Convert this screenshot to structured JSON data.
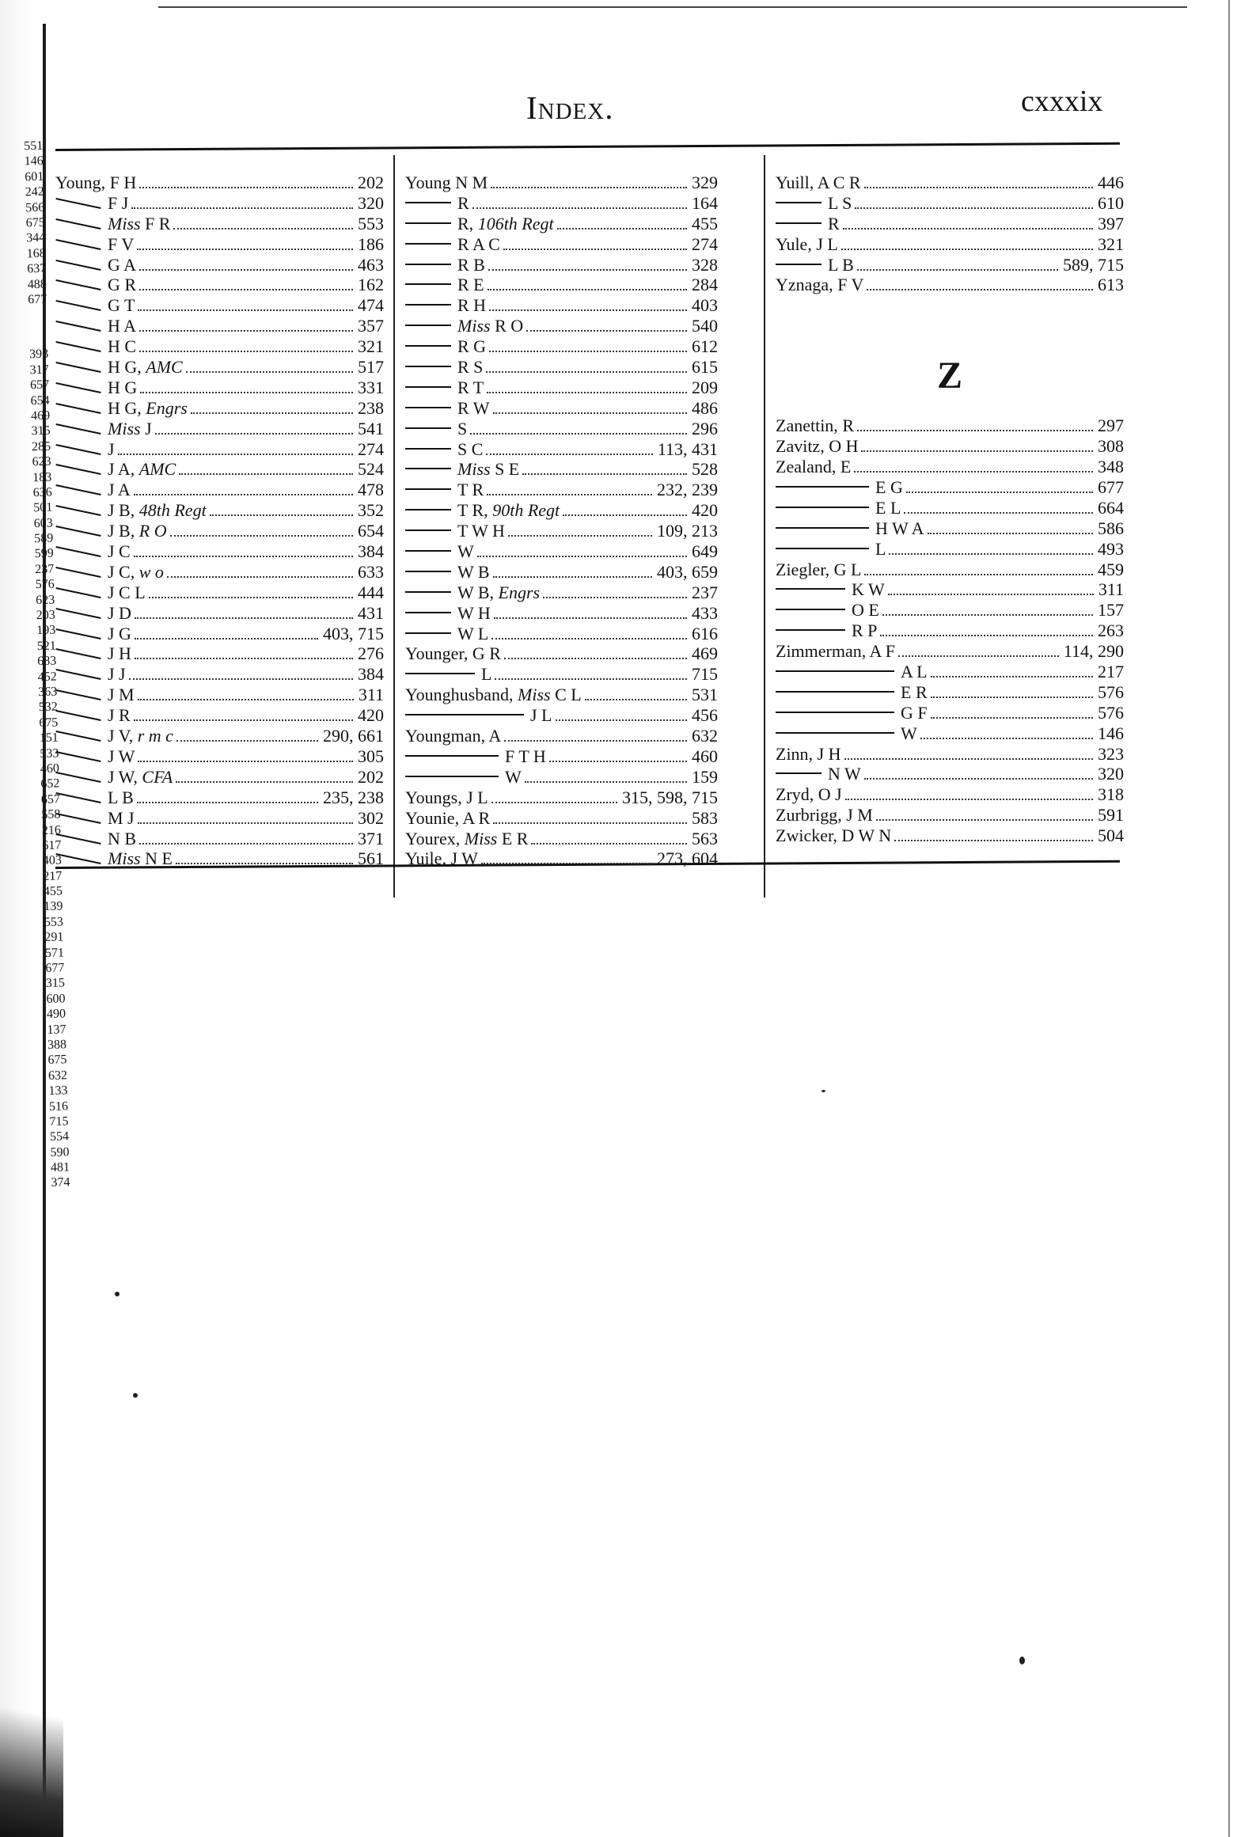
{
  "header": {
    "title": "Index.",
    "page_number": "cxxxix"
  },
  "gutter_numbers_top": [
    "551",
    "146",
    "601",
    "242",
    "566",
    "675",
    "344",
    "168",
    "637",
    "488",
    "677"
  ],
  "gutter_numbers_bottom": [
    "393",
    "317",
    "657",
    "654",
    "469",
    "315",
    "285",
    "623",
    "183",
    "636",
    "501",
    "603",
    "589",
    "599",
    "237",
    "576",
    "623",
    "203",
    "193",
    "521",
    "683",
    "452",
    "363",
    "532",
    "675",
    "151",
    "533",
    "460",
    "652",
    "657",
    "558",
    "216",
    "617",
    "403",
    "217",
    "455",
    "139",
    "553",
    "291",
    "571",
    "677",
    "315",
    "600",
    "490",
    "137",
    "388",
    "675",
    "632",
    "133",
    "516",
    "715",
    "554",
    "590",
    "481",
    "374"
  ],
  "col1": [
    {
      "lead": "Young, ",
      "name": "F H",
      "pages": "202"
    },
    {
      "lead": "",
      "name": "F J",
      "pages": "320"
    },
    {
      "lead": "",
      "title": "Miss ",
      "name": "F R",
      "pages": "553"
    },
    {
      "lead": "",
      "name": "F V",
      "pages": "186"
    },
    {
      "lead": "",
      "name": "G A",
      "pages": "463"
    },
    {
      "lead": "",
      "name": "G R",
      "pages": "162"
    },
    {
      "lead": "",
      "name": "G T",
      "pages": "474"
    },
    {
      "lead": "",
      "name": "H A",
      "pages": "357"
    },
    {
      "lead": "",
      "name": "H C",
      "pages": "321"
    },
    {
      "lead": "",
      "name": "H G, ",
      "unit": "AMC",
      "pages": "517"
    },
    {
      "lead": "",
      "name": "H G",
      "pages": "331"
    },
    {
      "lead": "",
      "name": "H G, ",
      "unit": "Engrs",
      "pages": "238"
    },
    {
      "lead": "",
      "title": "Miss ",
      "name": "J",
      "pages": "541"
    },
    {
      "lead": "",
      "name": "J",
      "pages": "274"
    },
    {
      "lead": "",
      "name": "J A, ",
      "unit": "AMC",
      "pages": "524"
    },
    {
      "lead": "",
      "name": "J A",
      "pages": "478"
    },
    {
      "lead": "",
      "name": "J B, ",
      "unit": "48th Regt",
      "pages": "352"
    },
    {
      "lead": "",
      "name": "J B, ",
      "unit": "R O",
      "pages": "654"
    },
    {
      "lead": "",
      "name": "J C",
      "pages": "384"
    },
    {
      "lead": "",
      "name": "J C, ",
      "unit": "w o",
      "pages": "633"
    },
    {
      "lead": "",
      "name": "J C L",
      "pages": "444"
    },
    {
      "lead": "",
      "name": "J D",
      "pages": "431"
    },
    {
      "lead": "",
      "name": "J G",
      "pages": "403,  715"
    },
    {
      "lead": "",
      "name": "J H",
      "pages": "276"
    },
    {
      "lead": "",
      "name": "J J",
      "pages": "384"
    },
    {
      "lead": "",
      "name": "J M",
      "pages": "311"
    },
    {
      "lead": "",
      "name": "J R",
      "pages": "420"
    },
    {
      "lead": "",
      "name": "J V, ",
      "unit": "r m c",
      "pages": "290,  661"
    },
    {
      "lead": "",
      "name": "J W",
      "pages": "305"
    },
    {
      "lead": "",
      "name": "J W, ",
      "unit": "CFA",
      "pages": "202"
    },
    {
      "lead": "",
      "name": "L B",
      "pages": "235,  238"
    },
    {
      "lead": "",
      "name": "M J",
      "pages": "302"
    },
    {
      "lead": "",
      "name": "N B",
      "pages": "371"
    },
    {
      "lead": "",
      "title": "Miss ",
      "name": "N E",
      "pages": "561"
    }
  ],
  "col2": [
    {
      "lead": "Young ",
      "name": "N M",
      "pages": "329",
      "dash": ""
    },
    {
      "name": "R",
      "pages": "164",
      "dash": "short"
    },
    {
      "name": "R, ",
      "unit": "106th Regt",
      "pages": "455",
      "dash": "short"
    },
    {
      "name": "R A C",
      "pages": "274",
      "dash": "short"
    },
    {
      "name": "R B",
      "pages": "328",
      "dash": "short"
    },
    {
      "name": "R E",
      "pages": "284",
      "dash": "short"
    },
    {
      "name": "R H",
      "pages": "403",
      "dash": "short"
    },
    {
      "title": "Miss ",
      "name": "R O",
      "pages": "540",
      "dash": "short"
    },
    {
      "name": "R G",
      "pages": "612",
      "dash": "short"
    },
    {
      "name": "R S",
      "pages": "615",
      "dash": "short"
    },
    {
      "name": "R T",
      "pages": "209",
      "dash": "short"
    },
    {
      "name": "R W",
      "pages": "486",
      "dash": "short"
    },
    {
      "name": "S",
      "pages": "296",
      "dash": "short"
    },
    {
      "name": "S C",
      "pages": "113,  431",
      "dash": "short"
    },
    {
      "title": "Miss ",
      "name": "S E",
      "pages": "528",
      "dash": "short"
    },
    {
      "name": "T R",
      "pages": "232,  239",
      "dash": "short"
    },
    {
      "name": "T R, ",
      "unit": "90th Regt",
      "pages": "420",
      "dash": "short"
    },
    {
      "name": "T W H",
      "pages": "109,  213",
      "dash": "short"
    },
    {
      "name": "W",
      "pages": "649",
      "dash": "short"
    },
    {
      "name": "W B",
      "pages": "403,  659",
      "dash": "short"
    },
    {
      "name": "W B, ",
      "unit": "Engrs",
      "pages": "237",
      "dash": "short"
    },
    {
      "name": "W H",
      "pages": "433",
      "dash": "short"
    },
    {
      "name": "W L",
      "pages": "616",
      "dash": "short"
    },
    {
      "lead": "Younger, ",
      "name": "G R",
      "pages": "469",
      "dash": ""
    },
    {
      "name": "L",
      "pages": "715",
      "dash": "med"
    },
    {
      "lead": "Younghusband, ",
      "title": "Miss ",
      "name": "C L",
      "pages": "531",
      "dash": ""
    },
    {
      "name": "J L",
      "pages": "456",
      "dash": "xl"
    },
    {
      "lead": "Youngman, ",
      "name": "A",
      "pages": "632",
      "dash": ""
    },
    {
      "name": "F T H",
      "pages": "460",
      "dash": "long"
    },
    {
      "name": "W",
      "pages": "159",
      "dash": "long"
    },
    {
      "lead": "Youngs, ",
      "name": "J L",
      "pages": "315,  598,  715",
      "dash": ""
    },
    {
      "lead": "Younie, ",
      "name": "A R",
      "pages": "583",
      "dash": ""
    },
    {
      "lead": "Yourex, ",
      "title": "Miss ",
      "name": "E R",
      "pages": "563",
      "dash": ""
    },
    {
      "lead": "Yuile, ",
      "name": "J W",
      "pages": "273,  604",
      "dash": ""
    }
  ],
  "col3_y": [
    {
      "lead": "Yuill, ",
      "name": "A C R",
      "pages": "446",
      "dash": ""
    },
    {
      "name": "L S",
      "pages": "610",
      "dash": "short"
    },
    {
      "name": "R",
      "pages": "397",
      "dash": "short"
    },
    {
      "lead": "Yule, ",
      "name": "J L",
      "pages": "321",
      "dash": ""
    },
    {
      "name": "L B",
      "pages": "589,  715",
      "dash": "short"
    },
    {
      "lead": "Yznaga, ",
      "name": "F V",
      "pages": "613",
      "dash": ""
    }
  ],
  "col3_letter": "Z",
  "col3_z": [
    {
      "lead": "Zanettin, ",
      "name": "R",
      "pages": "297",
      "dash": ""
    },
    {
      "lead": "Zavitz, ",
      "name": "O H",
      "pages": "308",
      "dash": ""
    },
    {
      "lead": "Zealand, ",
      "name": "E",
      "pages": "348",
      "dash": ""
    },
    {
      "name": "E G",
      "pages": "677",
      "dash": "long"
    },
    {
      "name": "E L",
      "pages": "664",
      "dash": "long"
    },
    {
      "name": "H W A",
      "pages": "586",
      "dash": "long"
    },
    {
      "name": "L",
      "pages": "493",
      "dash": "long"
    },
    {
      "lead": "Ziegler, ",
      "name": "G L",
      "pages": "459",
      "dash": ""
    },
    {
      "name": "K W",
      "pages": "311",
      "dash": "med"
    },
    {
      "name": "O E",
      "pages": "157",
      "dash": "med"
    },
    {
      "name": "R P",
      "pages": "263",
      "dash": "med"
    },
    {
      "lead": "Zimmerman, ",
      "name": "A F",
      "pages": "114,  290",
      "dash": ""
    },
    {
      "name": "A L",
      "pages": "217",
      "dash": "xl"
    },
    {
      "name": "E R",
      "pages": "576",
      "dash": "xl"
    },
    {
      "name": "G F",
      "pages": "576",
      "dash": "xl"
    },
    {
      "name": "W",
      "pages": "146",
      "dash": "xl"
    },
    {
      "lead": "Zinn, ",
      "name": "J H",
      "pages": "323",
      "dash": ""
    },
    {
      "name": "N W",
      "pages": "320",
      "dash": "short"
    },
    {
      "lead": "Zryd, ",
      "name": "O J",
      "pages": "318",
      "dash": ""
    },
    {
      "lead": "Zurbrigg, ",
      "name": "J M",
      "pages": "591",
      "dash": ""
    },
    {
      "lead": "Zwicker, ",
      "name": "D W N",
      "pages": "504",
      "dash": ""
    }
  ]
}
